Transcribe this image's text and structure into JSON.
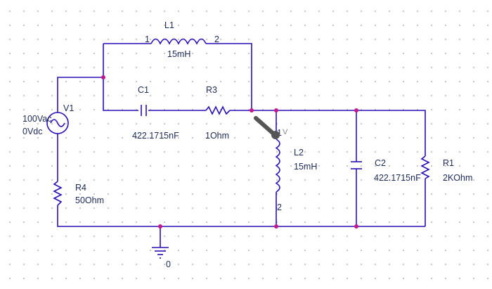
{
  "colors": {
    "wire": "#2b0fb4",
    "junction": "#c2188b",
    "label": "#1d2a57",
    "grid": "#b9b9b9",
    "probe": "#555555"
  },
  "components": {
    "L1": {
      "name": "L1",
      "value": "15mH",
      "pin1": "1",
      "pin2": "2"
    },
    "C1": {
      "name": "C1",
      "value": "422.1715nF"
    },
    "R3": {
      "name": "R3",
      "value": "1Ohm"
    },
    "V1": {
      "name": "V1",
      "ac": "100Vac",
      "dc": "0Vdc"
    },
    "R4": {
      "name": "R4",
      "value": "50Ohm"
    },
    "L2": {
      "name": "L2",
      "value": "15mH",
      "pin1": "1",
      "pin2": "2"
    },
    "C2": {
      "name": "C2",
      "value": "422.1715nF"
    },
    "R1": {
      "name": "R1",
      "value": "2KOhm"
    },
    "ground": {
      "label": "0"
    }
  },
  "probe": {
    "label": "V",
    "icon": "voltage-probe-icon"
  }
}
